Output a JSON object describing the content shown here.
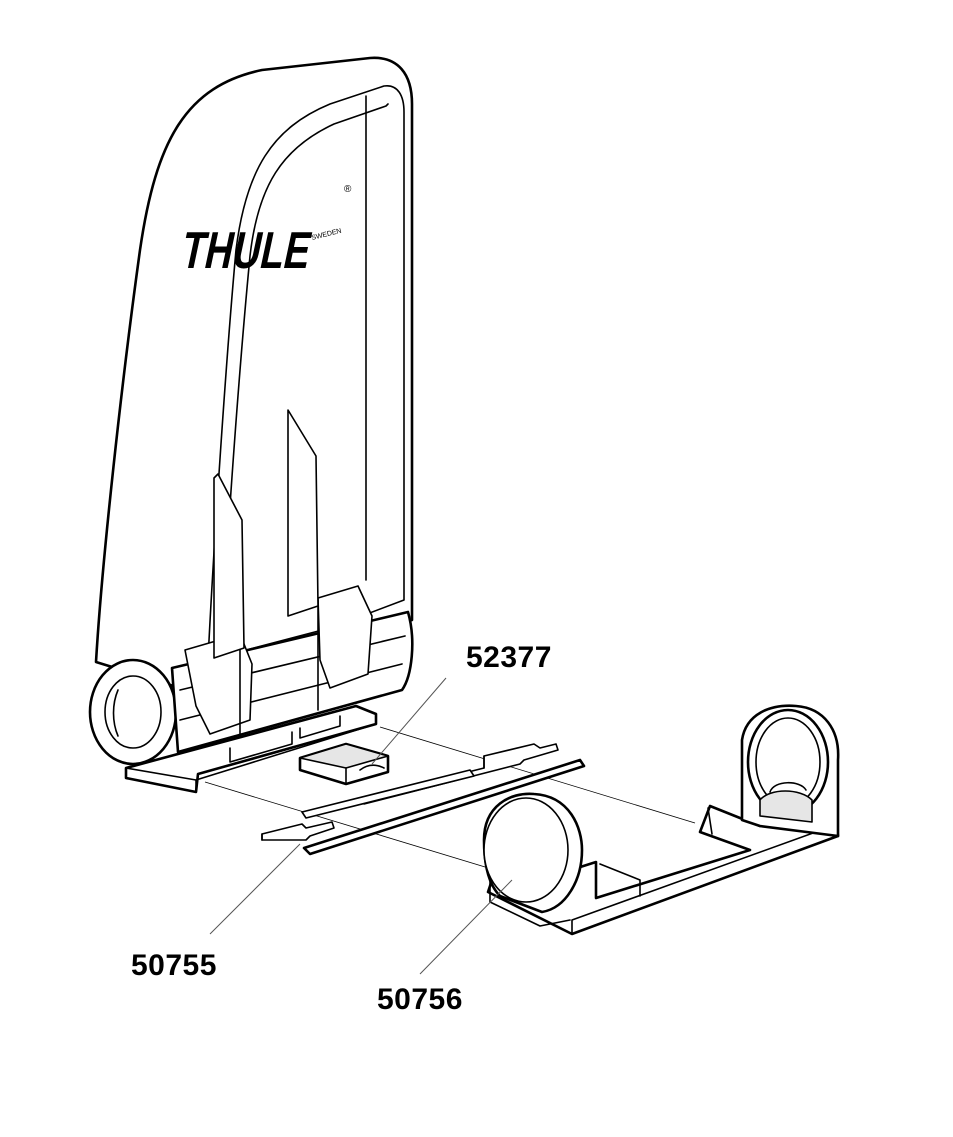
{
  "brand": {
    "logo_text": "THULE",
    "logo_subtext": "SWEDEN",
    "logo_mark": "®"
  },
  "parts": [
    {
      "number": "52377",
      "description_visible": ""
    },
    {
      "number": "50755",
      "description_visible": ""
    },
    {
      "number": "50756",
      "description_visible": ""
    }
  ],
  "colors": {
    "line": "#000000",
    "background": "#ffffff"
  }
}
